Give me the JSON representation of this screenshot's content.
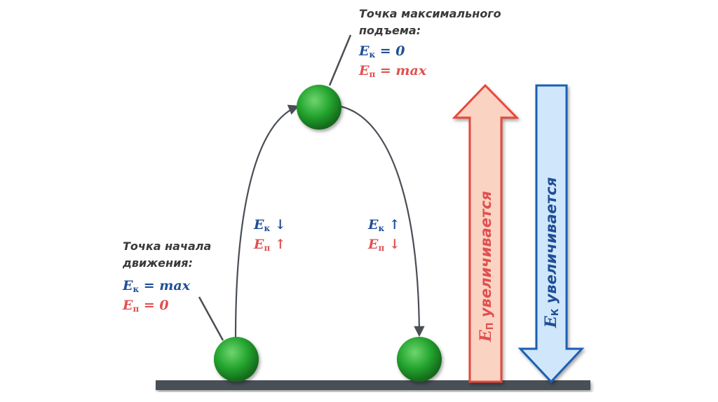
{
  "top_label": {
    "line1": "Точка максимального",
    "line2": "подъема:",
    "ek_sym": "E",
    "ek_sub": "к",
    "ek_rhs": " = 0",
    "ep_sym": "E",
    "ep_sub": "п",
    "ep_rhs": " = max"
  },
  "start_label": {
    "line1": "Точка начала",
    "line2": "движения:",
    "ek_sym": "E",
    "ek_sub": "к",
    "ek_rhs": " = max",
    "ep_sym": "E",
    "ep_sub": "п",
    "ep_rhs": " = 0"
  },
  "rising": {
    "ek_sym": "E",
    "ek_sub": "к",
    "ek_dir": " ↓",
    "ep_sym": "E",
    "ep_sub": "п",
    "ep_dir": " ↑"
  },
  "falling": {
    "ek_sym": "E",
    "ek_sub": "к",
    "ek_dir": " ↑",
    "ep_sym": "E",
    "ep_sub": "п",
    "ep_dir": " ↓"
  },
  "up_arrow": {
    "sym": "E",
    "sub": "П",
    "text": " увеличивается",
    "fill": "#fbd3c2",
    "stroke": "#e64a3a",
    "text_color": "#e05050"
  },
  "down_arrow": {
    "sym": "E",
    "sub": "К",
    "text": " увеличивается",
    "fill": "#cfe6fb",
    "stroke": "#1f5fb3",
    "text_color": "#1f4e96"
  },
  "colors": {
    "ball": "#1f9e2a",
    "ground": "#4a4f56",
    "curve": "#4a4f56",
    "blue": "#1f4e96",
    "red": "#e05050"
  }
}
